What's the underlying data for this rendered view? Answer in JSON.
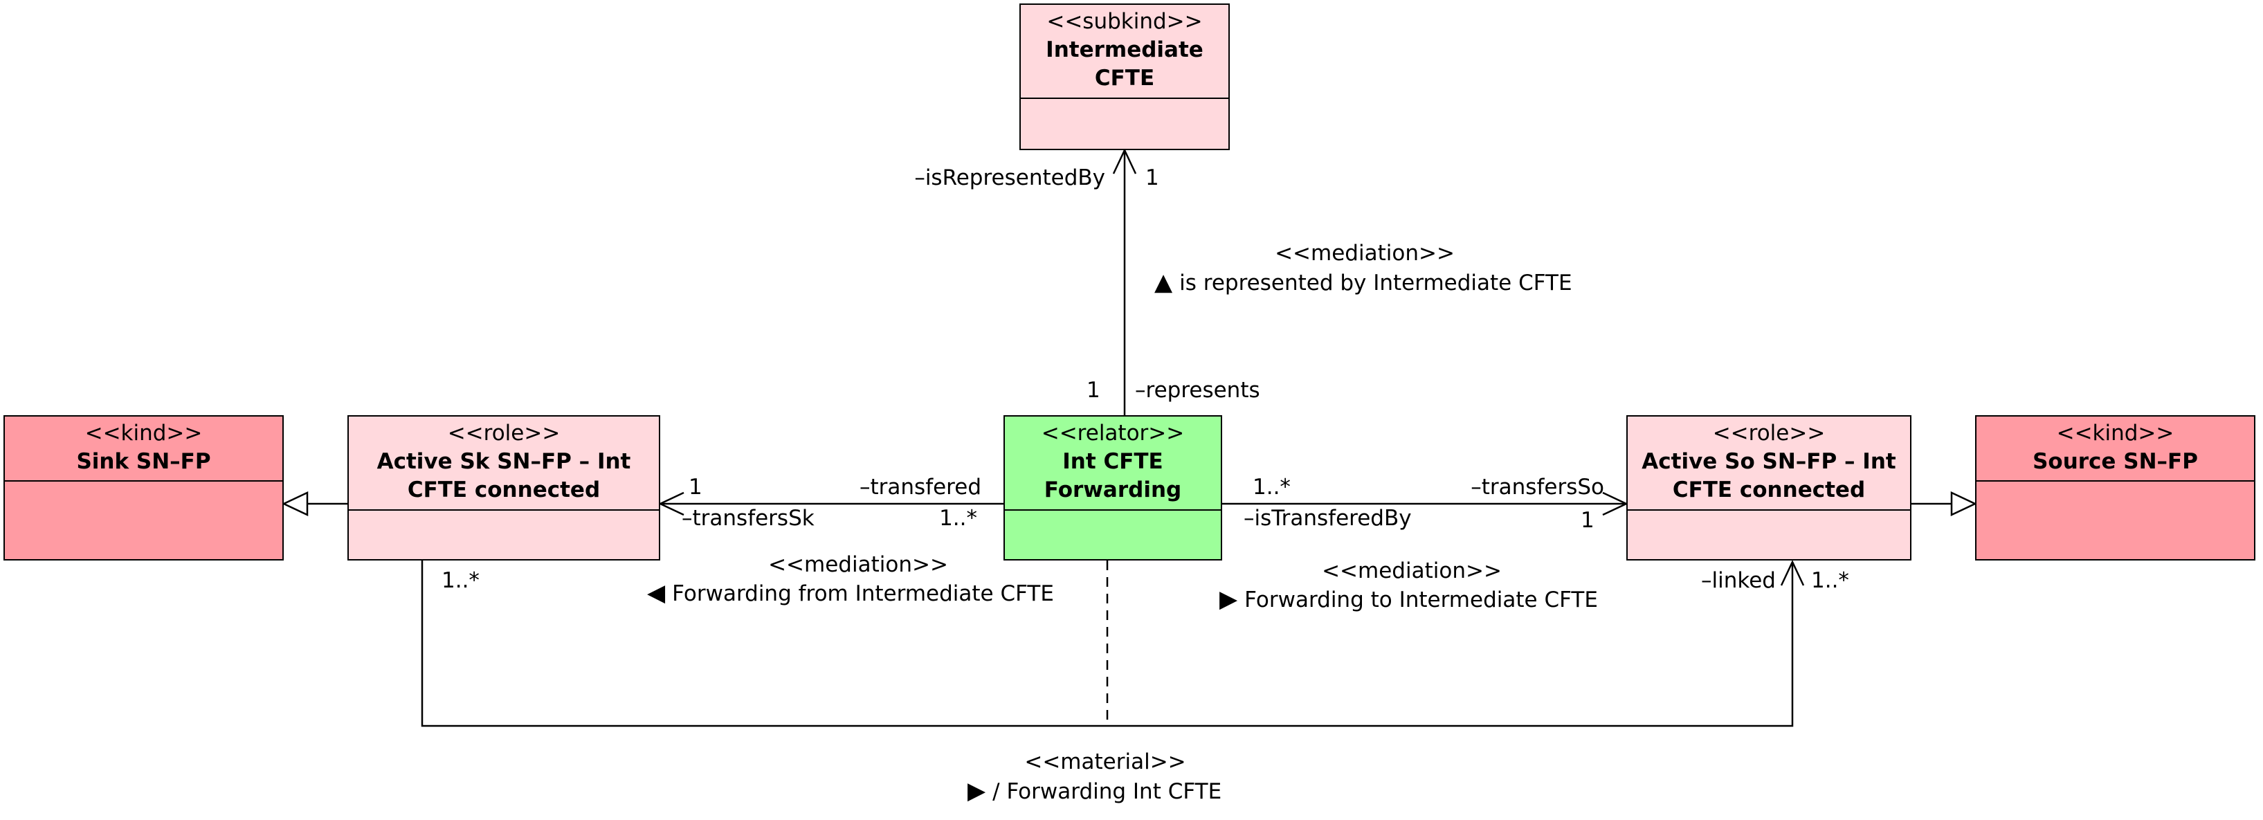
{
  "classes": {
    "intermediate": {
      "stereotype": "<<subkind>>",
      "name_line1": "Intermediate",
      "name_line2": "CFTE"
    },
    "sink": {
      "stereotype": "<<kind>>",
      "name_line1": "Sink SN–FP",
      "name_line2": ""
    },
    "active_sk": {
      "stereotype": "<<role>>",
      "name_line1": "Active Sk SN–FP – Int",
      "name_line2": "CFTE connected"
    },
    "forwarding": {
      "stereotype": "<<relator>>",
      "name_line1": "Int CFTE",
      "name_line2": "Forwarding"
    },
    "active_so": {
      "stereotype": "<<role>>",
      "name_line1": "Active So SN–FP – Int",
      "name_line2": "CFTE connected"
    },
    "source": {
      "stereotype": "<<kind>>",
      "name_line1": "Source SN–FP",
      "name_line2": ""
    }
  },
  "associations": {
    "represented": {
      "stereotype": "<<mediation>>",
      "name": "is represented by Intermediate CFTE",
      "direction_icon": "triangle-up-icon",
      "role_top": "–isRepresentedBy",
      "mult_top": "1",
      "role_bottom": "–represents",
      "mult_bottom": "1"
    },
    "from": {
      "stereotype": "<<mediation>>",
      "name": "Forwarding from Intermediate CFTE",
      "direction_icon": "triangle-left-icon",
      "role_left_upper": "–transfersSk",
      "mult_left": "1",
      "role_right": "–transfered",
      "mult_right": "1..*"
    },
    "to": {
      "stereotype": "<<mediation>>",
      "name": "Forwarding to Intermediate CFTE",
      "direction_icon": "triangle-right-icon",
      "mult_left": "1..*",
      "role_left": "–isTransferedBy",
      "role_right": "–transfersSo",
      "mult_right": "1"
    },
    "material": {
      "stereotype": "<<material>>",
      "name": "/ Forwarding Int CFTE",
      "direction_icon": "triangle-right-icon",
      "mult_left": "1..*",
      "role_right": "–linked",
      "mult_right": "1..*"
    }
  }
}
